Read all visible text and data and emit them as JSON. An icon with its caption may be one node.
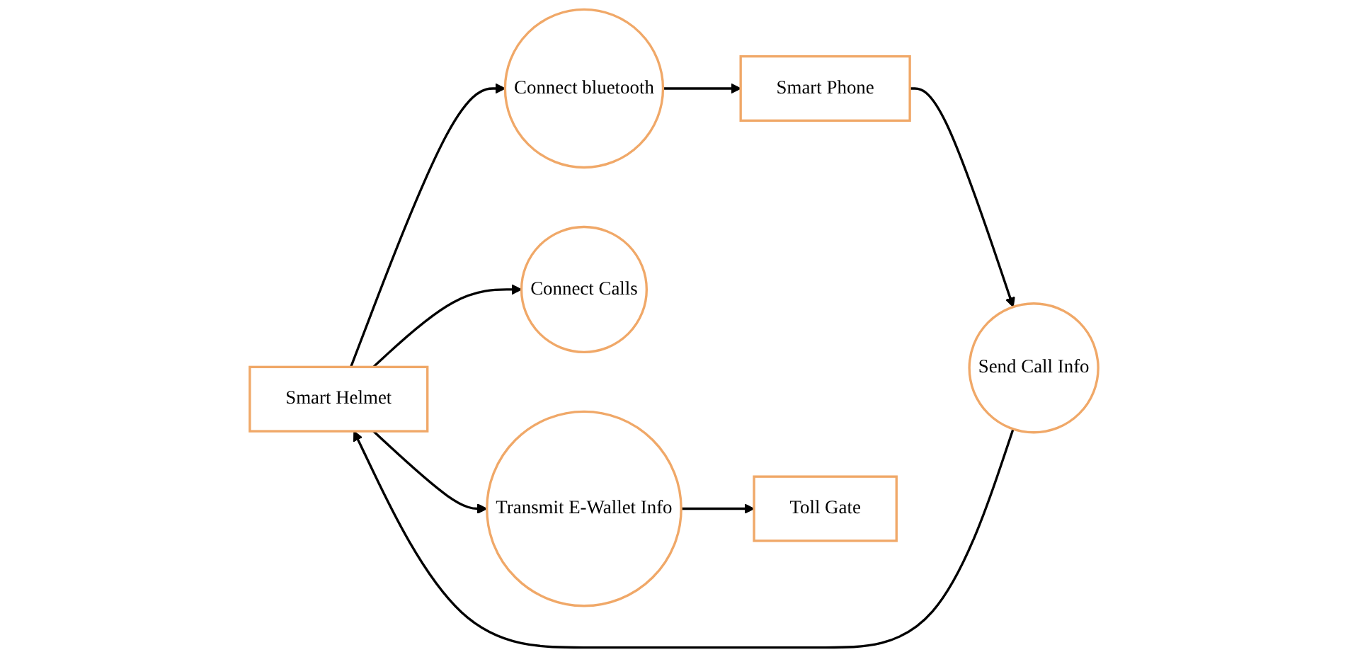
{
  "diagram": {
    "nodes": [
      {
        "text": [
          "Smart Helmet"
        ]
      },
      {
        "text": [
          "Connect bluetooth"
        ]
      },
      {
        "text": [
          "Smart Phone"
        ]
      },
      {
        "text": [
          "Send Call Info"
        ]
      },
      {
        "text": [
          "Connect Calls"
        ]
      },
      {
        "text": [
          "Transmit E-Wallet Info"
        ]
      },
      {
        "text": [
          "Toll Gate"
        ]
      }
    ],
    "edges": [
      {
        "from": 0,
        "to": 1,
        "arrow": "to"
      },
      {
        "from": 1,
        "to": 2,
        "arrow": "to"
      },
      {
        "from": 2,
        "to": 3,
        "arrow": "to"
      },
      {
        "from": 3,
        "to": 0,
        "arrow": "to"
      },
      {
        "from": 0,
        "to": 4,
        "arrow": "to"
      },
      {
        "from": 0,
        "to": 5,
        "arrow": "to"
      },
      {
        "from": 5,
        "to": 6,
        "arrow": "to"
      }
    ]
  }
}
